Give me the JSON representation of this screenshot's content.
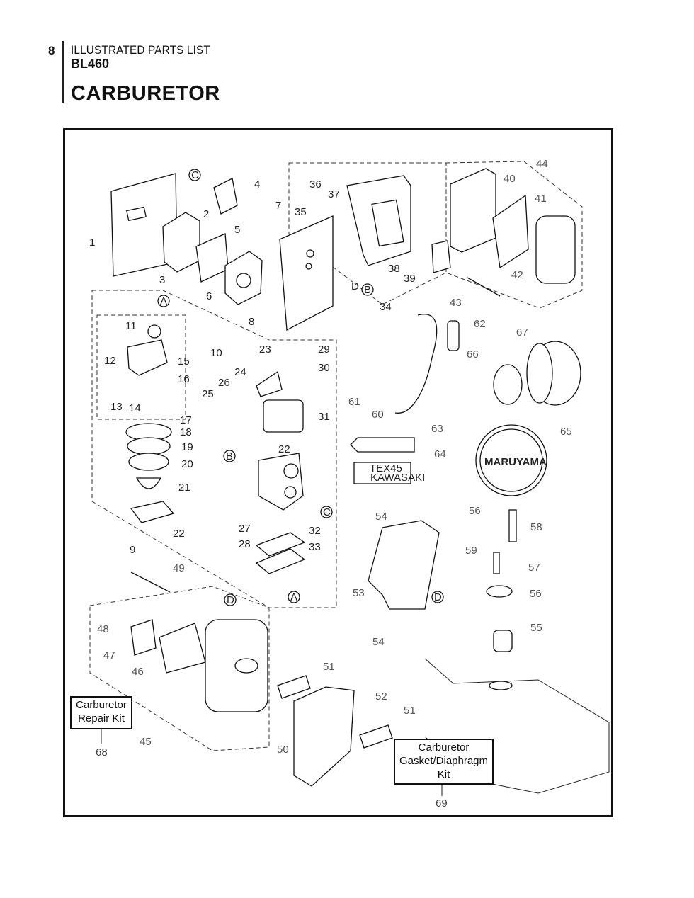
{
  "header": {
    "page_number": "8",
    "doc_title": "ILLUSTRATED PARTS LIST",
    "model": "BL460",
    "section_title": "CARBURETOR"
  },
  "diagram": {
    "callouts": [
      "1",
      "2",
      "3",
      "4",
      "5",
      "6",
      "7",
      "8",
      "9",
      "10",
      "11",
      "12",
      "13",
      "14",
      "15",
      "16",
      "17",
      "18",
      "19",
      "20",
      "21",
      "22",
      "22",
      "23",
      "24",
      "25",
      "26",
      "27",
      "28",
      "29",
      "30",
      "31",
      "32",
      "33",
      "34",
      "35",
      "36",
      "37",
      "38",
      "39",
      "40",
      "41",
      "42",
      "43",
      "44",
      "45",
      "46",
      "47",
      "48",
      "49",
      "50",
      "51",
      "51",
      "52",
      "53",
      "54",
      "54",
      "55",
      "56",
      "56",
      "57",
      "58",
      "59",
      "60",
      "61",
      "62",
      "63",
      "64",
      "65",
      "66",
      "67"
    ],
    "ref_markers": [
      "A",
      "A",
      "B",
      "B",
      "C",
      "C",
      "D",
      "D",
      "D"
    ],
    "decals": {
      "decal_64_line1": "TEX45",
      "decal_64_line2": "KAWASAKI",
      "decal_65": "MARUYAMA"
    },
    "kits": [
      {
        "label_line1": "Carburetor",
        "label_line2": "Repair Kit",
        "number": "68"
      },
      {
        "label_line1": "Carburetor",
        "label_line2": "Gasket/Diaphragm",
        "label_line3": "Kit",
        "number": "69"
      }
    ]
  }
}
